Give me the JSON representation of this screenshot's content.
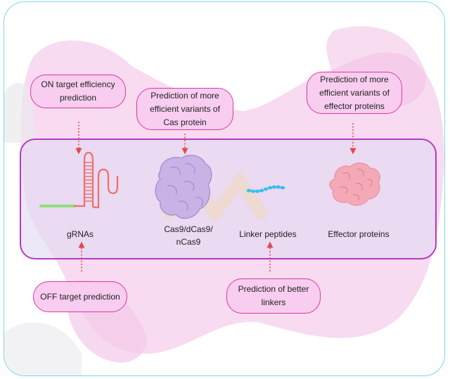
{
  "bubbles": {
    "on_target": "ON target efficiency prediction",
    "cas_variants": "Prediction of more efficient variants of Cas protein",
    "effector_variants": "Prediction of more efficient variants of effector proteins",
    "off_target": "OFF target prediction",
    "better_linkers": "Prediction of better linkers"
  },
  "components": {
    "grnas": "gRNAs",
    "cas9": "Cas9/dCas9/ nCas9",
    "linker": "Linker peptides",
    "effector": "Effector proteins"
  },
  "icons": {
    "grna": "grna-hairpin-icon",
    "cas9": "cas9-protein-icon",
    "linker": "linker-peptide-icon",
    "effector": "effector-protein-icon"
  },
  "colors": {
    "frame_border": "#7fd8ea",
    "panel_border": "#b43bc0",
    "bubble_border": "#d93aa0",
    "bubble_fill": "#f8cdef",
    "arrow": "#e3484b"
  }
}
